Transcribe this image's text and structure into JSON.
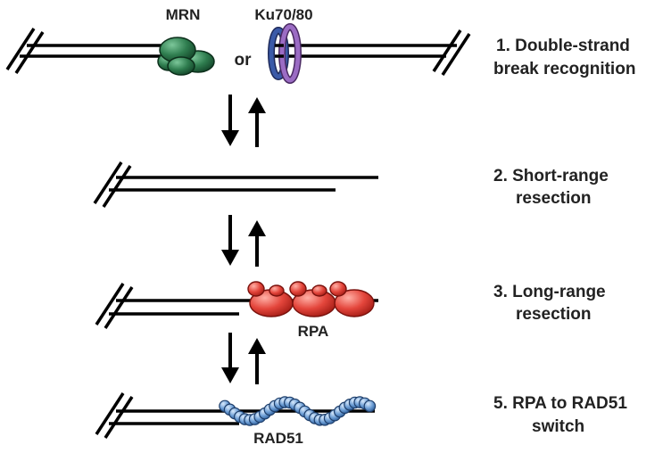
{
  "labels": {
    "mrn": "MRN",
    "ku": "Ku70/80",
    "or": "or",
    "rpa": "RPA",
    "rad51": "RAD51"
  },
  "steps": [
    {
      "line1": "1. Double-strand",
      "line2": "break recognition"
    },
    {
      "line1": "2. Short-range",
      "line2": "resection"
    },
    {
      "line1": "3. Long-range",
      "line2": "resection"
    },
    {
      "line1": "5. RPA to RAD51",
      "line2": "switch"
    }
  ],
  "colors": {
    "dna": "#000000",
    "mrn": "#2f7d4f",
    "ku70": "#3b5aa8",
    "ku80": "#9b6cc4",
    "rpa": "#e4463c",
    "rad51": "#6e9fd6",
    "text": "#222222"
  }
}
